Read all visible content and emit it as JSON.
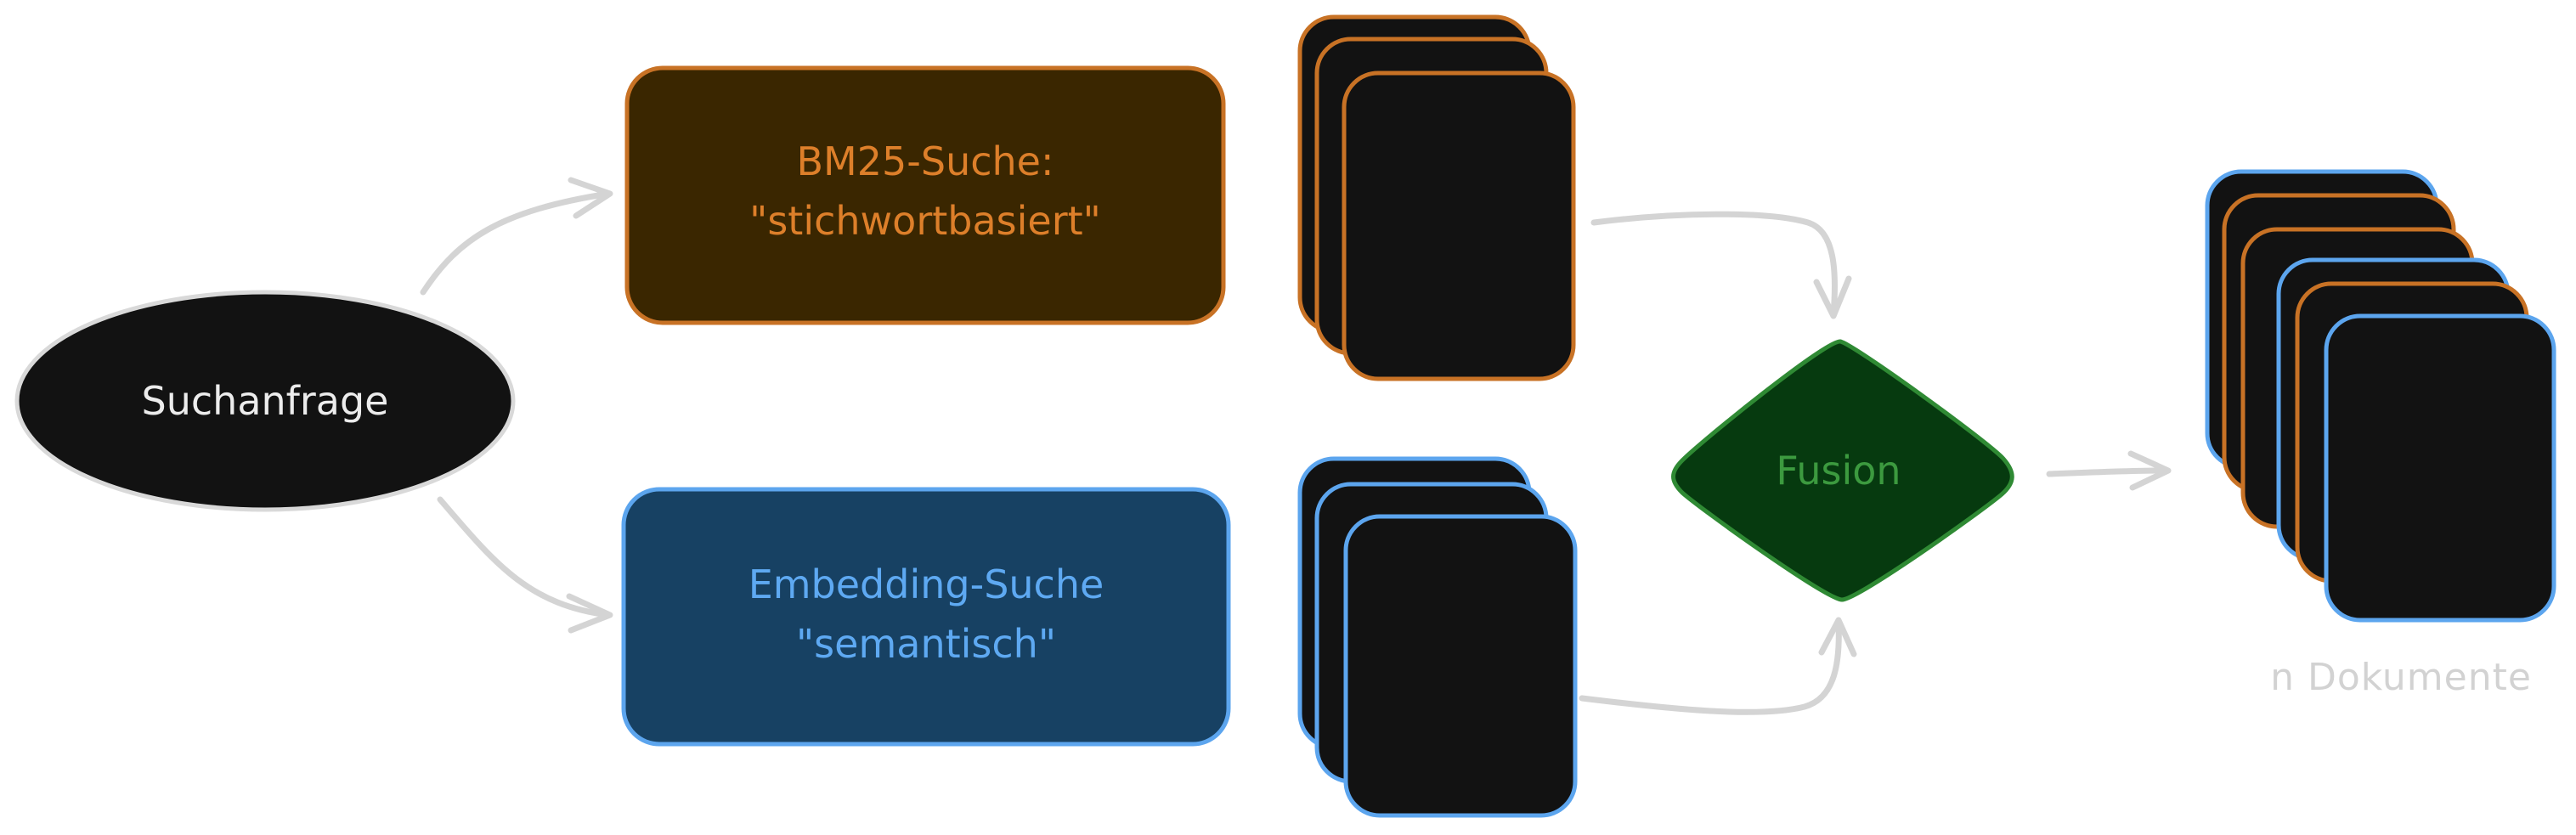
{
  "colors": {
    "bm25_fill": "#3a2600",
    "bm25_stroke": "#c87225",
    "bm25_text": "#dd7f2a",
    "embedding_fill": "#174163",
    "embedding_stroke": "#5ca5ee",
    "embedding_text": "#5ea9f2",
    "fusion_fill": "#063a0f",
    "fusion_stroke": "#2f8a34",
    "fusion_text": "#3c9a3f",
    "query_fill": "#121212",
    "arrow": "#d4d4d4"
  },
  "nodes": {
    "query": {
      "label": "Suchanfrage"
    },
    "bm25": {
      "line1": "BM25-Suche:",
      "line2": "\"stichwortbasiert\""
    },
    "embedding": {
      "line1": "Embedding-Suche",
      "line2": "\"semantisch\""
    },
    "fusion": {
      "label": "Fusion"
    },
    "output": {
      "caption": "n Dokumente"
    }
  },
  "document_stacks": {
    "bm25_results": {
      "count": 3,
      "stroke": "orange"
    },
    "embedding_results": {
      "count": 3,
      "stroke": "blue"
    },
    "fused_results": {
      "count": 6,
      "stroke_order": [
        "blue",
        "orange",
        "orange",
        "blue",
        "orange",
        "blue"
      ]
    }
  }
}
